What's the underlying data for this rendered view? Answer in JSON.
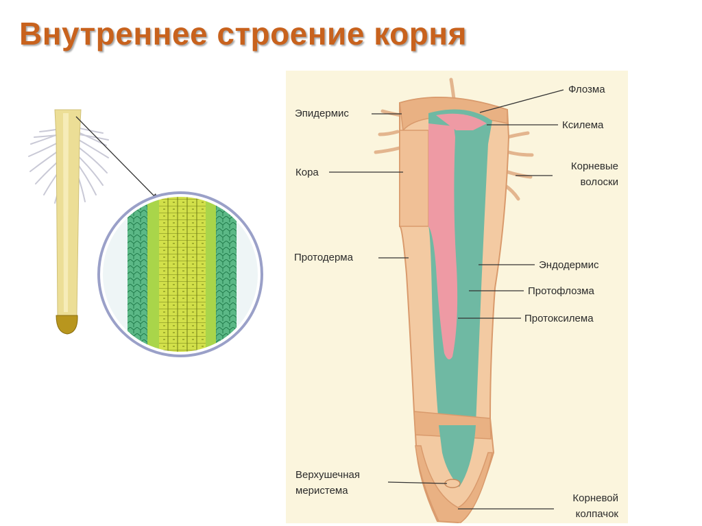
{
  "slide": {
    "title": "Внутреннее строение корня"
  },
  "colors": {
    "title": "#c8621d",
    "panel_bg": "#fbf5dd",
    "cortex": "#f3caa2",
    "cortex_dark": "#d99a6c",
    "xylem": "#ee9aa4",
    "phloem": "#6fb9a3",
    "seedling": "#ecde96",
    "micro_green": "#3fa66f",
    "micro_yellow": "#c9dd3c"
  },
  "labels": {
    "phloem": "Флозма",
    "epidermis": "Эпидермис",
    "xylem": "Ксилема",
    "cortex": "Кора",
    "root_hairs_1": "Корневые",
    "root_hairs_2": "волоски",
    "protoderm": "Протодерма",
    "endodermis": "Эндодермис",
    "protophloem": "Протофлозма",
    "protoxylem": "Протоксилема",
    "apical_meristem_1": "Верхушечная",
    "apical_meristem_2": "меристема",
    "root_cap_1": "Корневой",
    "root_cap_2": "колпачок"
  }
}
